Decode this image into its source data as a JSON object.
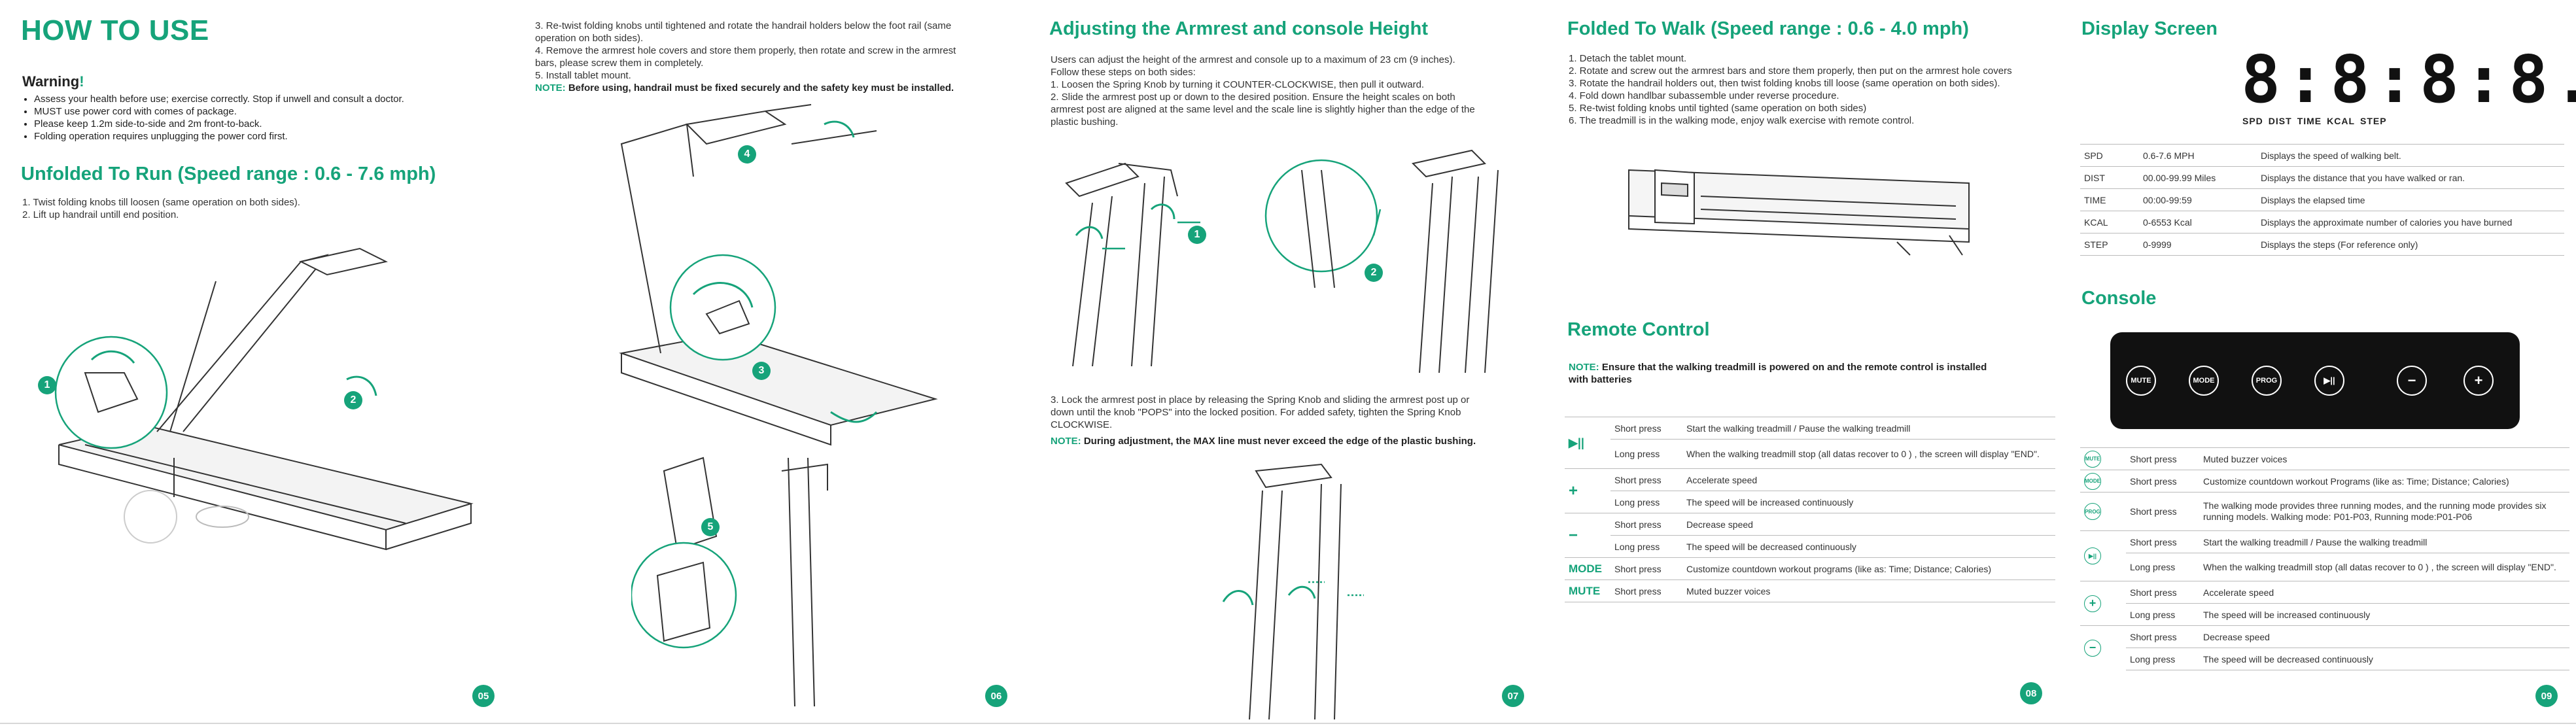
{
  "p05": {
    "title": "HOW TO USE",
    "warning_title": "Warning",
    "warning_mark": "!",
    "warnings": [
      "Assess your health before use; exercise correctly. Stop if unwell and consult a doctor.",
      "MUST use power cord with comes of package.",
      "Please keep 1.2m side-to-side and 2m front-to-back.",
      "Folding operation requires unplugging the power cord first."
    ],
    "section_title": "Unfolded To Run (Speed range : 0.6 - 7.6 mph)",
    "steps": [
      "1. Twist folding knobs till loosen (same operation on both sides).",
      "2. Lift up handrail untill end position."
    ],
    "callouts": [
      "1",
      "2"
    ],
    "page": "05"
  },
  "p06": {
    "steps": [
      "3. Re-twist folding knobs until tightened and rotate the handrail holders below the foot rail (same",
      "operation on both sides).",
      "4. Remove the armrest hole covers and store them properly, then rotate and screw in the armrest",
      "bars, please screw them in completely.",
      "5. Install tablet mount."
    ],
    "note_label": "NOTE:",
    "note_text": " Before using, handrail must be fixed securely and  the safety key must be installed.",
    "callouts": [
      "3",
      "4",
      "5"
    ],
    "page": "06"
  },
  "p07": {
    "title": "Adjusting the Armrest and console Height",
    "intro": [
      "Users can adjust the height of the armrest and console up to a maximum of 23 cm (9 inches).",
      "Follow these steps on both sides:",
      "1. Loosen the Spring Knob by turning it COUNTER-CLOCKWISE, then pull it outward.",
      "2. Slide the armrest post up or down to the desired position. Ensure the height scales on both",
      "armrest post are aligned at the same level and the scale line is slightly higher than the edge of the",
      "plastic bushing."
    ],
    "step3": [
      "3. Lock the armrest post in place by releasing the Spring Knob and sliding the armrest post up or",
      "down until the knob \"POPS\" into the locked position. For added safety, tighten the Spring Knob",
      "CLOCKWISE."
    ],
    "note_label": "NOTE:",
    "note_text": " During adjustment, the MAX line must never exceed the edge of the plastic bushing.",
    "callouts": [
      "1",
      "2"
    ],
    "page": "07"
  },
  "p08": {
    "title": "Folded To Walk (Speed range : 0.6 - 4.0 mph)",
    "steps": [
      "1. Detach the tablet mount.",
      "2. Rotate and screw out the armrest bars and store them properly, then put on the armrest hole covers",
      "3. Rotate the handrail holders out, then twist folding knobs till loose (same operation on both sides).",
      "4. Fold down handlbar subassemble under reverse procedure.",
      "5. Re-twist folding knobs until tighted (same operation on both sides)",
      "6. The treadmill is in the walking mode, enjoy walk exercise with remote control."
    ],
    "remote_title": "Remote Control",
    "note_label": "NOTE:",
    "note_text": " Ensure that the walking treadmill is powered on and the remote control is installed",
    "note_text2": "with batteries",
    "remote_rows": [
      {
        "icon": "",
        "press": "Short press",
        "desc": "Start the walking treadmill / Pause the walking treadmill"
      },
      {
        "icon": "▶||",
        "press": "Long press",
        "desc": "When the walking treadmill stop (all datas recover to 0 ) , the screen will display \"END\"."
      },
      {
        "icon": "",
        "press": "Short press",
        "desc": "Accelerate speed"
      },
      {
        "icon": "+",
        "press": "Long press",
        "desc": "The speed will be increased continuously"
      },
      {
        "icon": "",
        "press": "Short press",
        "desc": "Decrease speed"
      },
      {
        "icon": "−",
        "press": "Long press",
        "desc": "The speed will be decreased continuously"
      },
      {
        "icon": "MODE",
        "press": "Short press",
        "desc": "Customize countdown workout programs (like as: Time; Distance; Calories)"
      },
      {
        "icon": "MUTE",
        "press": "Short press",
        "desc": "Muted buzzer voices"
      }
    ],
    "page": "08"
  },
  "p09": {
    "display_title": "Display Screen",
    "display_digits": "8:8:8:8.",
    "display_labels": [
      "SPD",
      "DIST",
      "TIME",
      "KCAL",
      "STEP"
    ],
    "display_rows": [
      {
        "key": "SPD",
        "range": "0.6-7.6 MPH",
        "desc": "Displays the speed of walking belt."
      },
      {
        "key": "DIST",
        "range": "00.00-99.99 Miles",
        "desc": "Displays the distance that you have walked or ran."
      },
      {
        "key": "TIME",
        "range": "00:00-99:59",
        "desc": "Displays the elapsed time"
      },
      {
        "key": "KCAL",
        "range": "0-6553 Kcal",
        "desc": "Displays the approximate number of calories you have burned"
      },
      {
        "key": "STEP",
        "range": "0-9999",
        "desc": "Displays the steps (For reference only)"
      }
    ],
    "console_title": "Console",
    "console_buttons": [
      "MUTE",
      "MODE",
      "PROG",
      "▶||",
      "−",
      "+"
    ],
    "console_rows": [
      {
        "icon": "MUTE",
        "press": "Short press",
        "desc": "Muted buzzer voices"
      },
      {
        "icon": "MODE",
        "press": "Short press",
        "desc": "Customize countdown workout Programs (like as: Time; Distance; Calories)"
      },
      {
        "icon": "PROG",
        "press": "Short press",
        "desc": "The walking mode provides three running modes, and the running mode provides six running models. Walking mode: P01-P03, Running mode:P01-P06"
      },
      {
        "icon": "",
        "press": "Short press",
        "desc": "Start the walking treadmill / Pause the walking treadmill"
      },
      {
        "icon": "▶||",
        "press": "Long press",
        "desc": "When the walking treadmill stop (all datas recover to 0 ) , the screen will display \"END\"."
      },
      {
        "icon": "+",
        "press": "Short press",
        "desc": "Accelerate speed"
      },
      {
        "icon": "",
        "press": "Long press",
        "desc": "The speed will be increased continuously"
      },
      {
        "icon": "−",
        "press": "Short press",
        "desc": "Decrease speed"
      },
      {
        "icon": "",
        "press": "Long press",
        "desc": "The speed will be decreased continuously"
      }
    ],
    "page": "09"
  }
}
